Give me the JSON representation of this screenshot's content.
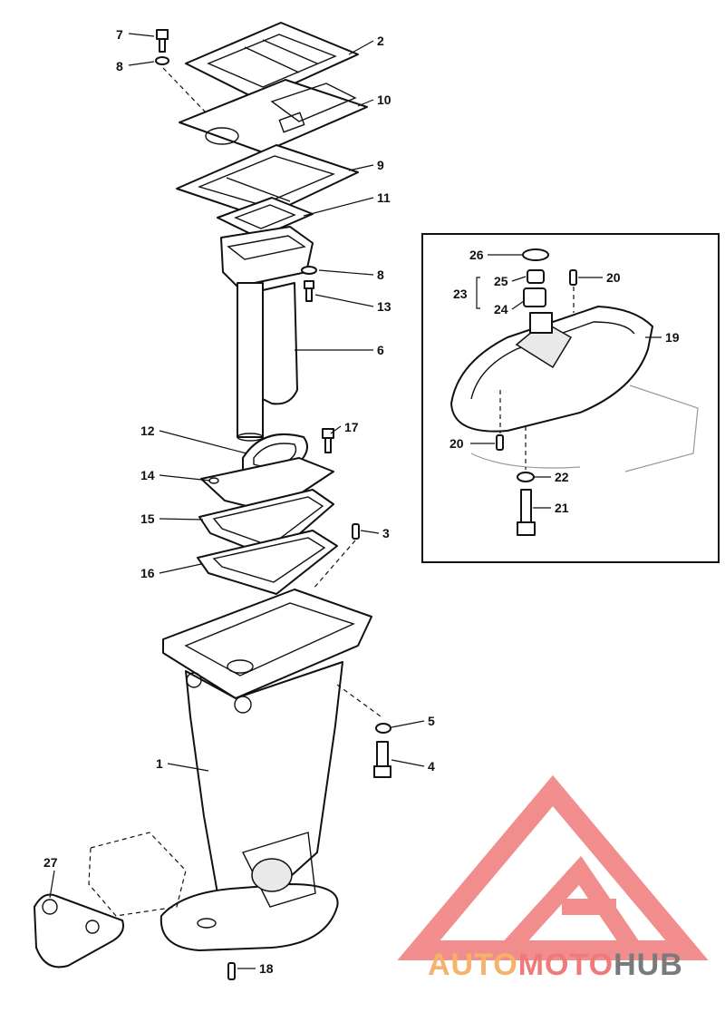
{
  "diagram": {
    "callouts": [
      "1",
      "2",
      "3",
      "4",
      "5",
      "6",
      "7",
      "8",
      "8",
      "9",
      "10",
      "11",
      "12",
      "13",
      "14",
      "15",
      "16",
      "17",
      "18",
      "19",
      "20",
      "20",
      "21",
      "22",
      "23",
      "24",
      "25",
      "26",
      "27"
    ]
  },
  "watermark": {
    "brand_part1": "AUTO",
    "brand_part2": "MOTO",
    "brand_part3": "HUB",
    "colors": {
      "red": "#f07a7a",
      "orange": "#f6b26b",
      "gray": "#7a7a7a"
    }
  }
}
